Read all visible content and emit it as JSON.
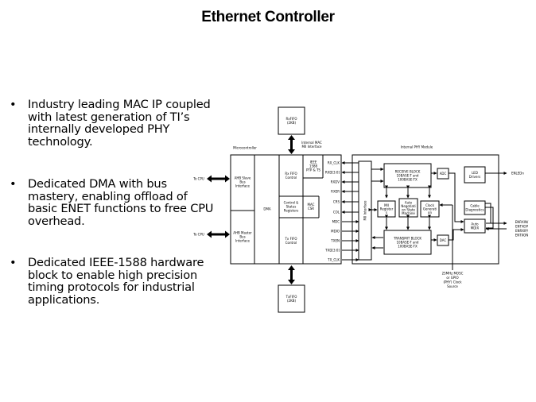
{
  "slide": {
    "title": "Ethernet Controller",
    "bullets": [
      {
        "text": "Industry leading MAC IP coupled with latest generation of TI’s internally developed PHY technology."
      },
      {
        "text": "Dedicated DMA with bus mastery, enabling offload of basic ENET functions to free CPU overhead."
      },
      {
        "text": "Dedicated IEEE-1588 hardware block to enable high precision timing protocols for industrial applications."
      }
    ],
    "bullet_glyph": "•"
  },
  "diagram": {
    "rx_fifo": [
      "RxFIFO",
      "(2KB)"
    ],
    "tx_fifo": [
      "TxFIFO",
      "(2KB)"
    ],
    "microcontroller_label": "Microcontroller",
    "mii_interface_label": [
      "Internal MAC",
      "MII Interface"
    ],
    "phy_module_label": "Internal PHY Module",
    "to_cpu_1": "To CPU",
    "to_cpu_2": "To CPU",
    "ahb_slave": [
      "AHB Slave",
      "Bus",
      "Interface"
    ],
    "ahb_master": [
      "AHB Master",
      "Bus",
      "Interface"
    ],
    "dma": "DMA",
    "rx_fifo_control": [
      "Rx FIFO",
      "Control"
    ],
    "tx_fifo_control": [
      "Tx FIFO",
      "Control"
    ],
    "control_status": [
      "Control &",
      "Status",
      "Registers"
    ],
    "ieee_1588": [
      "IEEE",
      "1588",
      "PTP & TS"
    ],
    "mac_csr": [
      "MAC",
      "CSR"
    ],
    "mii_signals": [
      "RX_CLK",
      "RXD[3:0]",
      "RXDV",
      "RXER",
      "CRS",
      "COL",
      "MDC",
      "MDIO",
      "TXEN",
      "TXD[3:0]",
      "TX_CLK"
    ],
    "mii_interface_block": "MII Interface",
    "receive_block": [
      "RECEIVE BLOCK",
      "10BASE-T and",
      "100BASE-TX"
    ],
    "transmit_block": [
      "TRANSMIT BLOCK",
      "10BASE-T and",
      "100BASE-TX"
    ],
    "mii_registers": [
      "MII",
      "Register",
      "s"
    ],
    "auto_negotiation": [
      "Auto",
      "Negotiati",
      "on State",
      "Machine"
    ],
    "clock_generation": [
      "Clock",
      "Generati",
      "on"
    ],
    "adc": "ADC",
    "dac": "DAC",
    "led_drivers": [
      "LED",
      "Drivers"
    ],
    "cable_diagnostics": [
      "Cable",
      "Diagnostics"
    ],
    "auto_mdix": [
      "Auto",
      "MDIX"
    ],
    "enled_label": "ENLEDn",
    "rx_tx_pins": [
      "ENRXIN/",
      "ENTXOP",
      "ENRXIP/",
      "ENTXON"
    ],
    "clock_source": [
      "25MHz MOSC",
      "or GPIO",
      "(PHY) Clock",
      "Source"
    ]
  }
}
